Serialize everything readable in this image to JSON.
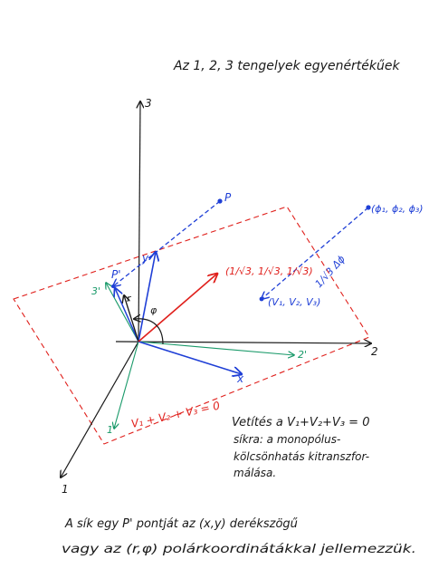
{
  "header_text": "Az 1, 2, 3 tengelyek egyenértékűek",
  "axes": {
    "axis1": "1",
    "axis2": "2",
    "axis3": "3",
    "proj1": "1'",
    "proj2": "2'",
    "proj3": "3'"
  },
  "points": {
    "p": "P",
    "p_proj": "P'",
    "phi_point": "(ϕ₁, ϕ₂, ϕ₃)",
    "v_point": "(V₁, V₂, V₃)",
    "unit_vector": "(1/√3, 1/√3, 1/√3)",
    "shift": "1/√3 Δϕ",
    "x_axis": "x",
    "y_axis": "y",
    "r_label": "r",
    "phi_label": "φ"
  },
  "plane_label": "V₁ + V₂ + V₃ = 0",
  "note_lines": [
    "Vetítés a V₁+V₂+V₃ = 0",
    "síkra: a monopólus-",
    "kölcsönhatás kitranszfor-",
    "málása."
  ],
  "caption_lines": [
    "A sík egy P' pontját az (x,y) derékszögű",
    "vagy az (r,φ) polárkoordinátákkal jellemezzük."
  ],
  "colors": {
    "ink": "#1a1a1a",
    "blue": "#1f3fd6",
    "red": "#e0201c",
    "green": "#1a9a6a"
  }
}
